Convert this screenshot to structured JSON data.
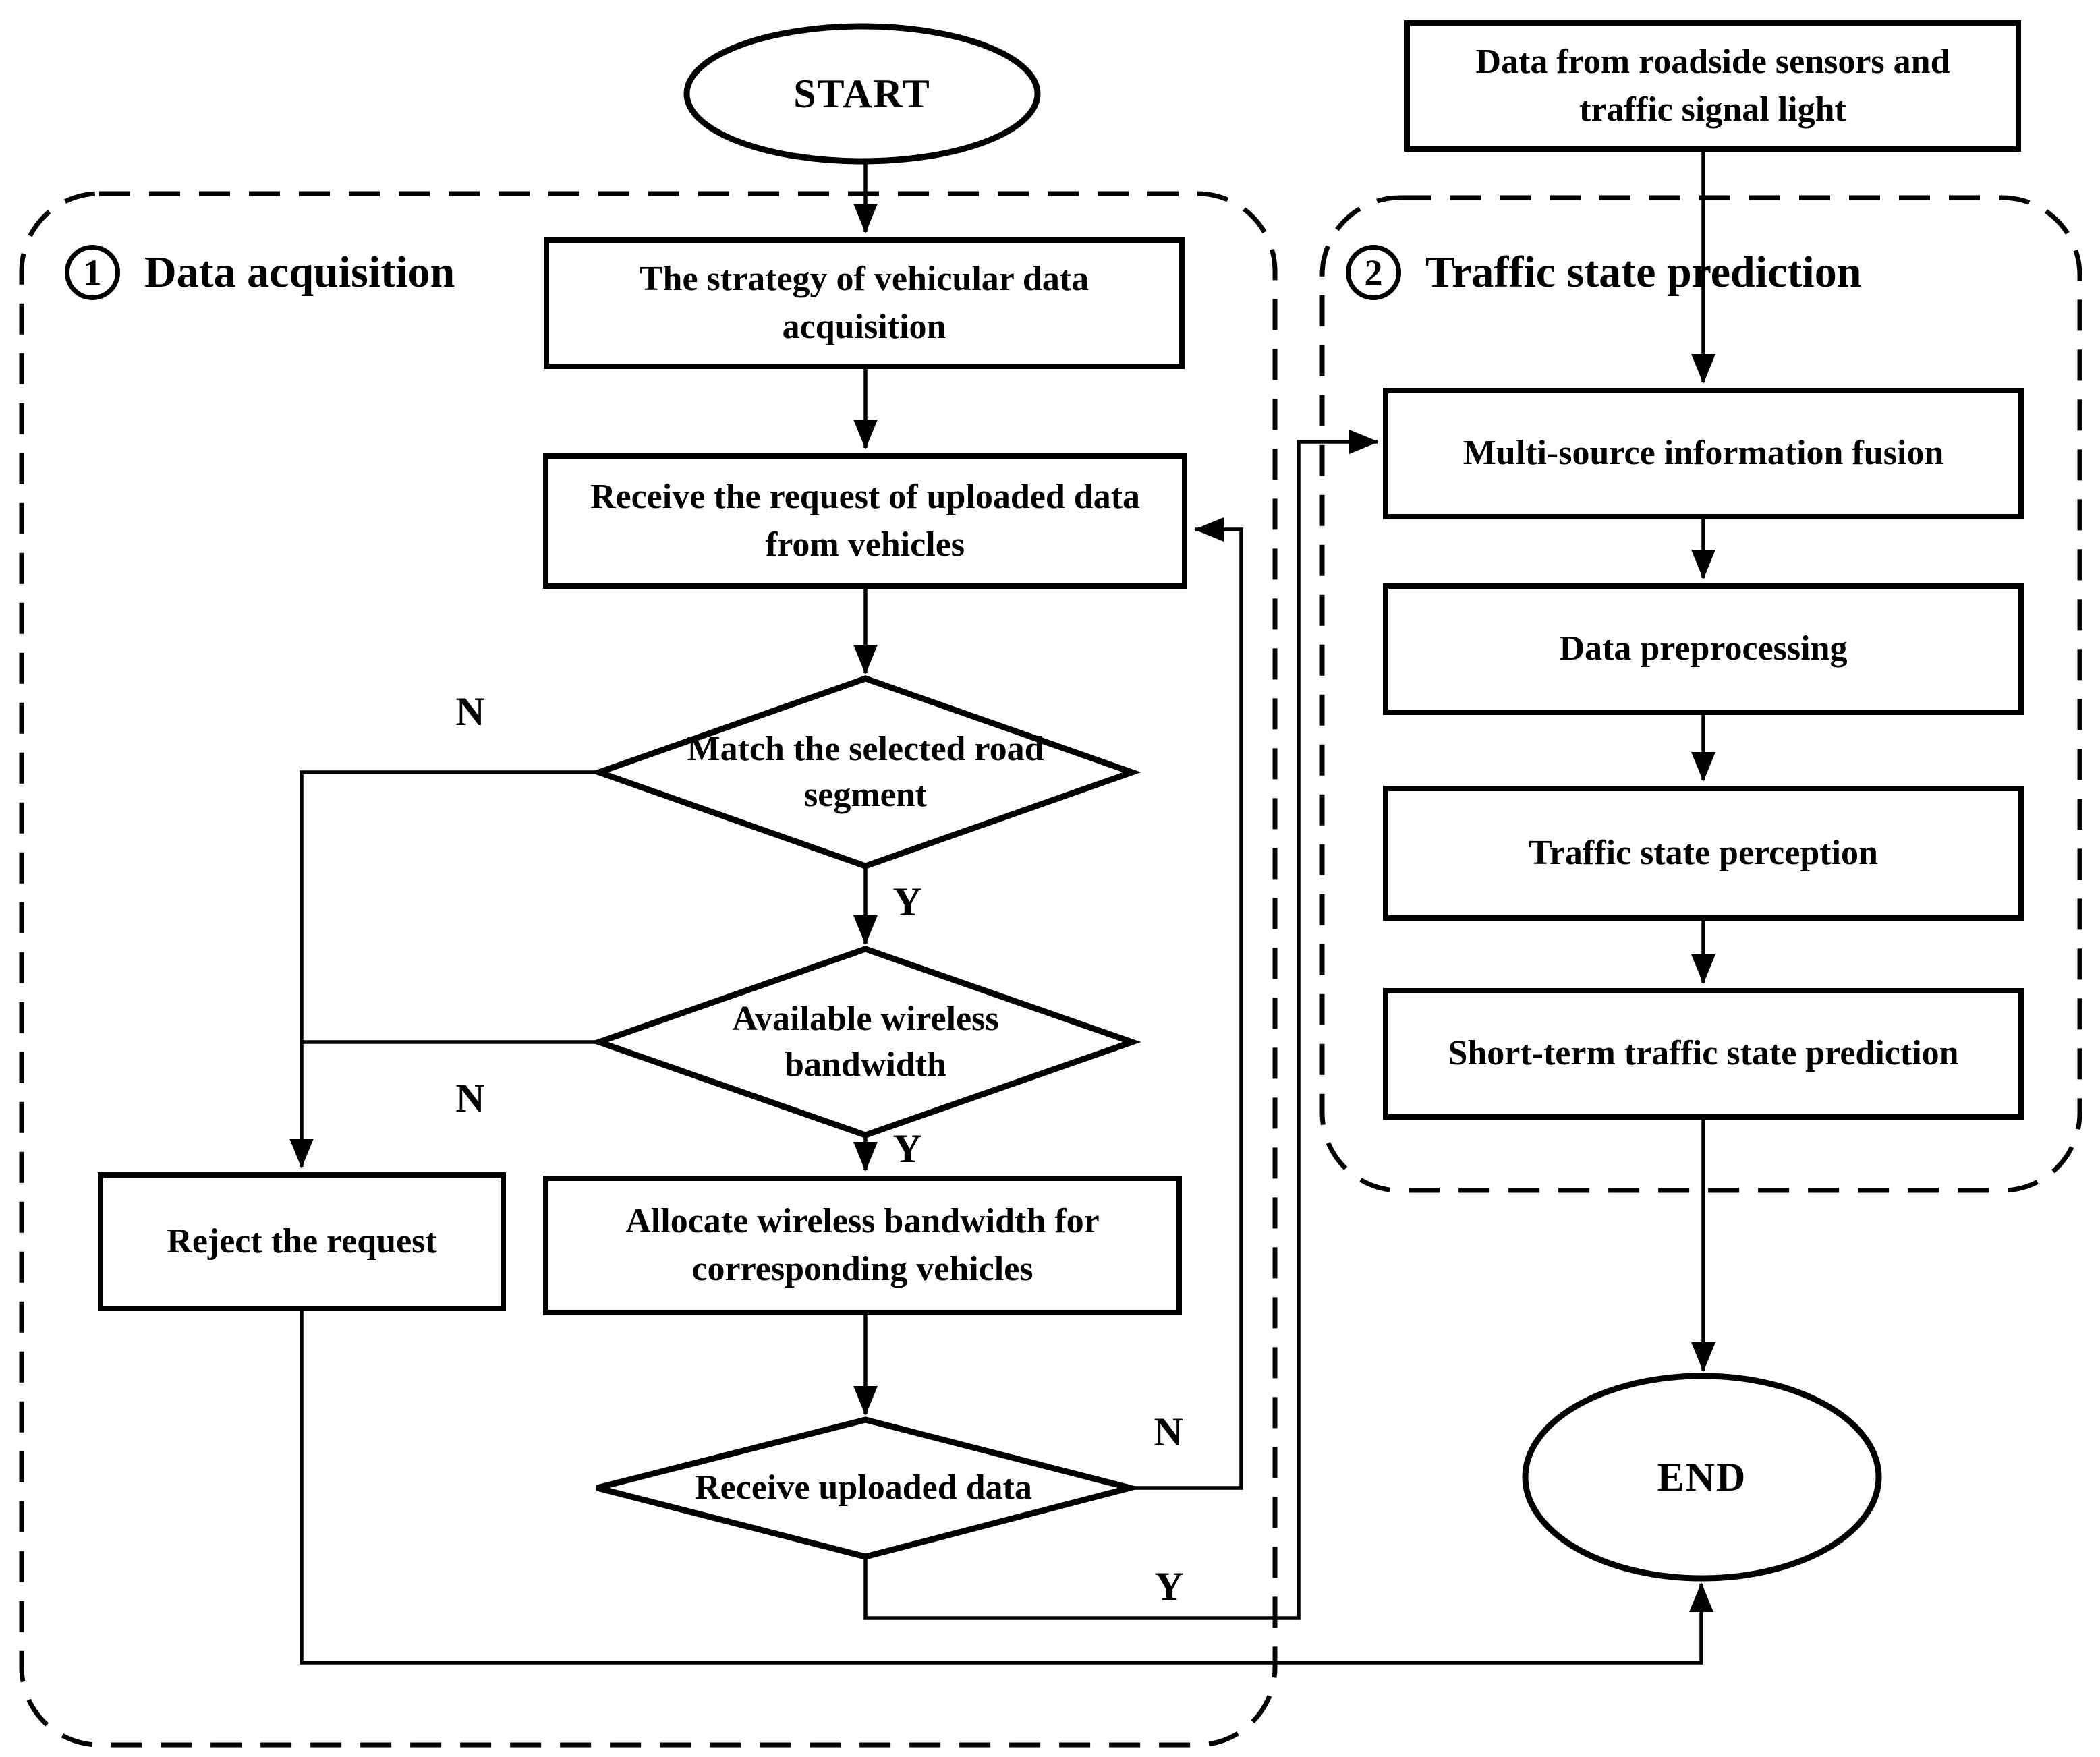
{
  "sections": [
    {
      "badge": "1",
      "label": "Data acquisition"
    },
    {
      "badge": "2",
      "label": "Traffic state prediction"
    }
  ],
  "terminators": {
    "start": "START",
    "end": "END"
  },
  "nodes": {
    "strategy": "The strategy of vehicular data acquisition",
    "receive_request": "Receive the request of uploaded data from vehicles",
    "match": "Match the selected road segment",
    "bandwidth": "Available wireless bandwidth",
    "reject": "Reject the request",
    "allocate": "Allocate wireless bandwidth for corresponding vehicles",
    "receive_uploaded": "Receive uploaded data",
    "roadside": "Data from roadside sensors and traffic signal light",
    "fusion": "Multi-source information fusion",
    "preprocessing": "Data preprocessing",
    "perception": "Traffic state perception",
    "prediction": "Short-term traffic state prediction"
  },
  "branch_labels": {
    "yes": "Y",
    "no": "N"
  },
  "colors": {
    "line": "#000000",
    "background": "#ffffff"
  }
}
